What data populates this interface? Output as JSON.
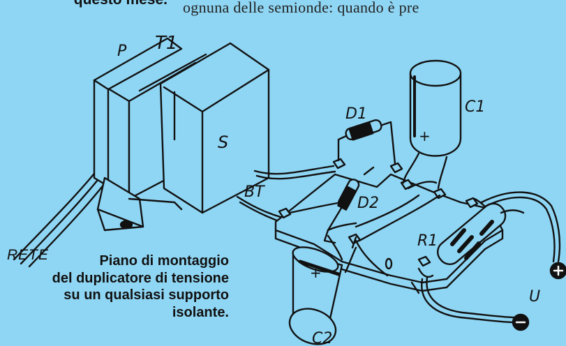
{
  "captions": {
    "top_left_partial": "questo mese.",
    "top_right_text": "ognuna delle semionde: quando è pre",
    "bottom": [
      "Piano di montaggio",
      "del duplicatore di tensione",
      "su un qualsiasi supporto",
      "isolante."
    ]
  },
  "diagram_labels": {
    "primary": "P",
    "transformer": "T1",
    "secondary": "S",
    "low_voltage": "BT",
    "mains": "RETE",
    "diode1": "D1",
    "diode2": "D2",
    "capacitor1": "C1",
    "capacitor2": "C2",
    "resistor": "R1",
    "output": "U",
    "plus": "+",
    "minus": "−"
  },
  "colors": {
    "background": "#8fd6f4",
    "ink": "#111111"
  }
}
